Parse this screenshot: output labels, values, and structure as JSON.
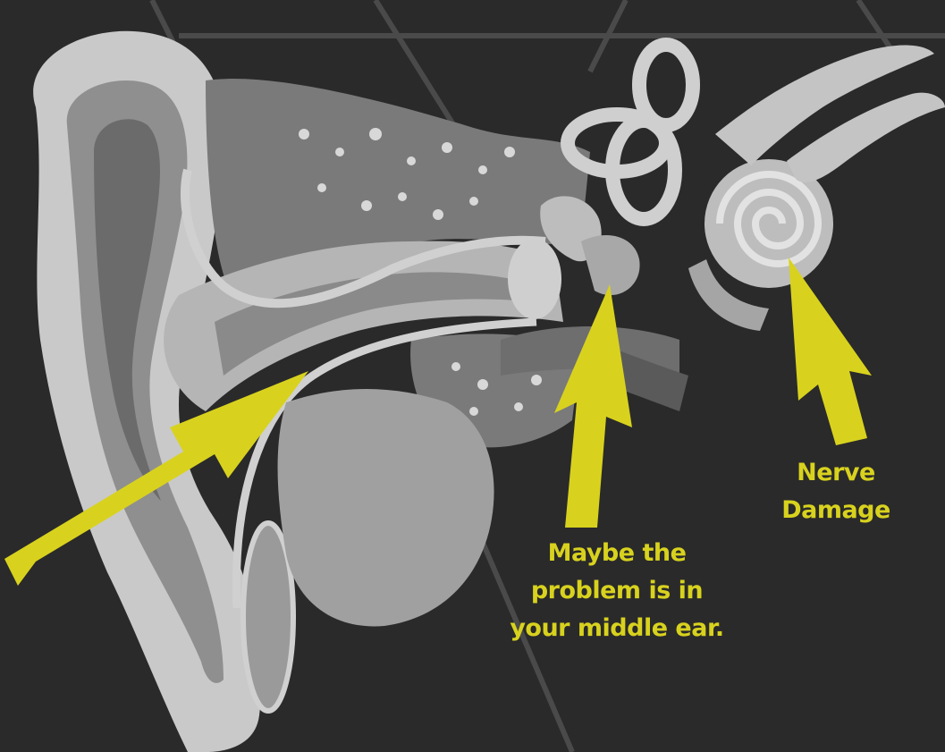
{
  "colors": {
    "background": "#2a2a2a",
    "ear_light": "#c9c9c9",
    "ear_mid": "#9a9a9a",
    "ear_dark": "#6b6b6b",
    "canal_dark": "#555555",
    "arrow": "#d8d21e",
    "label": "#d8d21e"
  },
  "labels": {
    "middle_ear": {
      "lines": [
        "Maybe the",
        "problem is in",
        "your middle ear."
      ]
    },
    "nerve": {
      "lines": [
        "Nerve",
        "Damage"
      ]
    }
  },
  "arrows": [
    {
      "name": "outer-ear-arrow",
      "points_to": "ear canal"
    },
    {
      "name": "middle-ear-arrow",
      "points_to": "middle ear"
    },
    {
      "name": "nerve-arrow",
      "points_to": "cochlea"
    }
  ]
}
